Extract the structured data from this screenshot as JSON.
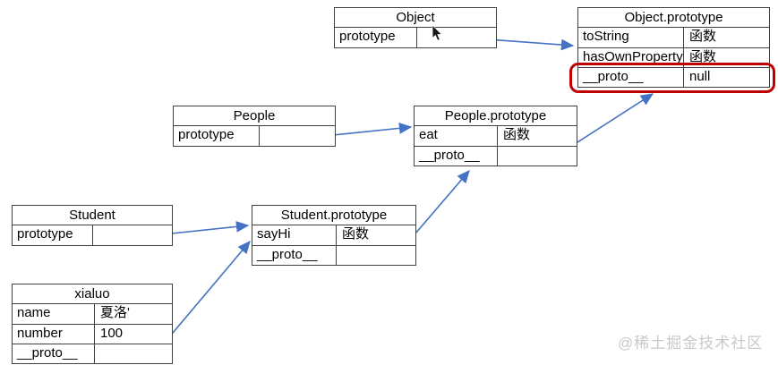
{
  "colors": {
    "arrow": "#4472c4",
    "highlight": "#c00000",
    "border": "#3f3f3f",
    "watermark": "#c9c9c9",
    "background": "#ffffff"
  },
  "watermark": {
    "text": "@稀土掘金技术社区"
  },
  "tables": {
    "object": {
      "title": "Object",
      "rows": [
        {
          "key": "prototype",
          "value": ""
        }
      ]
    },
    "object_prototype": {
      "title": "Object.prototype",
      "rows": [
        {
          "key": "toString",
          "value": "函数"
        },
        {
          "key": "hasOwnProperty",
          "value": "函数"
        },
        {
          "key": "__proto__",
          "value": "null",
          "highlighted": true
        }
      ]
    },
    "people": {
      "title": "People",
      "rows": [
        {
          "key": "prototype",
          "value": ""
        }
      ]
    },
    "people_prototype": {
      "title": "People.prototype",
      "rows": [
        {
          "key": "eat",
          "value": "函数"
        },
        {
          "key": "__proto__",
          "value": ""
        }
      ]
    },
    "student": {
      "title": "Student",
      "rows": [
        {
          "key": "prototype",
          "value": ""
        }
      ]
    },
    "student_prototype": {
      "title": "Student.prototype",
      "rows": [
        {
          "key": "sayHi",
          "value": "函数"
        },
        {
          "key": "__proto__",
          "value": ""
        }
      ]
    },
    "xialuo": {
      "title": "xialuo",
      "rows": [
        {
          "key": "name",
          "value": "夏洛'"
        },
        {
          "key": "number",
          "value": "100"
        },
        {
          "key": "__proto__",
          "value": ""
        }
      ]
    }
  },
  "links": [
    {
      "from": "Object.prototype (cell)",
      "to": "Object.prototype (table)"
    },
    {
      "from": "People.prototype (cell)",
      "to": "People.prototype (table)"
    },
    {
      "from": "Student.prototype (cell)",
      "to": "Student.prototype (table)"
    },
    {
      "from": "xialuo.__proto__",
      "to": "Student.prototype (table)"
    },
    {
      "from": "Student.prototype.__proto__",
      "to": "People.prototype (table)"
    },
    {
      "from": "People.prototype.__proto__",
      "to": "Object.prototype.__proto__ (null row)"
    }
  ]
}
